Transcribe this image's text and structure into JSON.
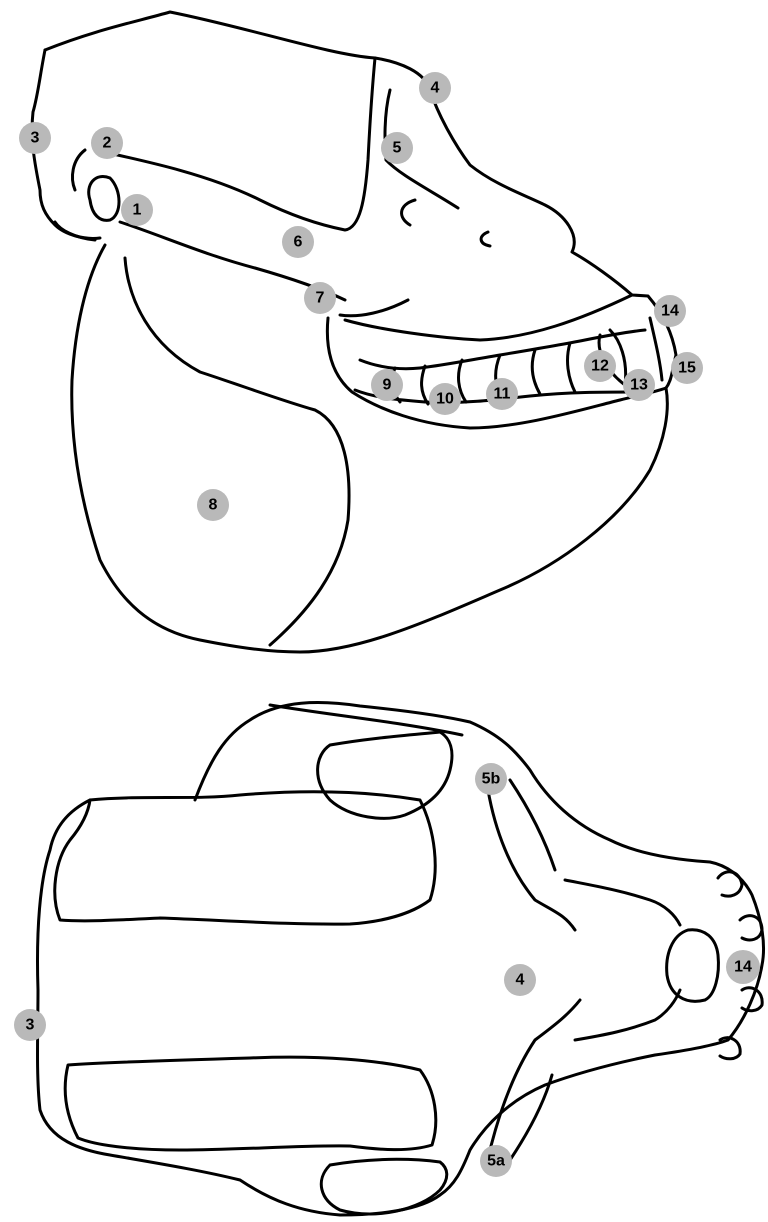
{
  "lateral_view": {
    "markers": [
      {
        "id": "1",
        "label": "1"
      },
      {
        "id": "2",
        "label": "2"
      },
      {
        "id": "3",
        "label": "3"
      },
      {
        "id": "4",
        "label": "4"
      },
      {
        "id": "5",
        "label": "5"
      },
      {
        "id": "6",
        "label": "6"
      },
      {
        "id": "7",
        "label": "7"
      },
      {
        "id": "8",
        "label": "8"
      },
      {
        "id": "9",
        "label": "9"
      },
      {
        "id": "10",
        "label": "10"
      },
      {
        "id": "11",
        "label": "11"
      },
      {
        "id": "12",
        "label": "12"
      },
      {
        "id": "13",
        "label": "13"
      },
      {
        "id": "14",
        "label": "14"
      },
      {
        "id": "15",
        "label": "15"
      }
    ]
  },
  "superior_view": {
    "markers": [
      {
        "id": "3",
        "label": "3"
      },
      {
        "id": "4",
        "label": "4"
      },
      {
        "id": "5a",
        "label": "5a"
      },
      {
        "id": "5b",
        "label": "5b"
      },
      {
        "id": "14",
        "label": "14"
      }
    ]
  },
  "colors": {
    "marker_fill": "#b9b9b9",
    "line": "#000000",
    "background": "#ffffff"
  }
}
